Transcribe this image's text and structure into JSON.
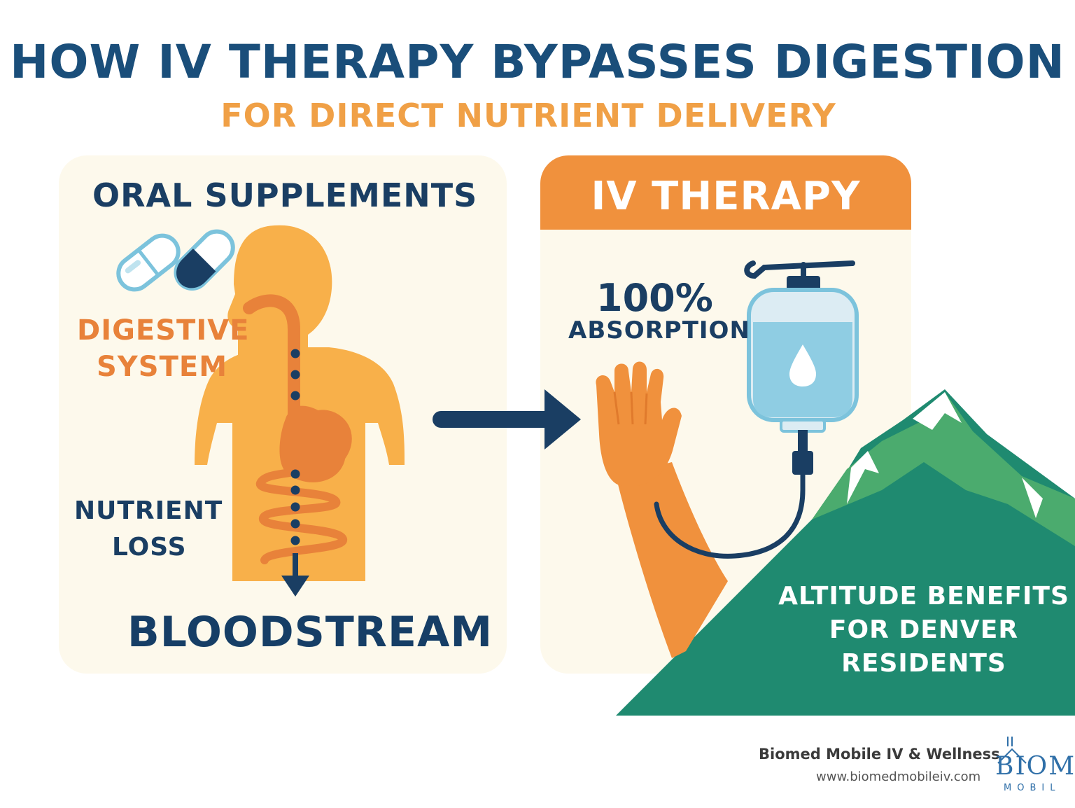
{
  "header": {
    "title": "HOW IV THERAPY BYPASSES DIGESTION",
    "subtitle": "FOR DIRECT NUTRIENT DELIVERY"
  },
  "left_panel": {
    "heading": "ORAL SUPPLEMENTS",
    "digestive_line1": "DIGESTIVE",
    "digestive_line2": "SYSTEM",
    "nutrient_line1": "NUTRIENT",
    "nutrient_line2": "LOSS",
    "bottom": "BLOODSTREAM"
  },
  "right_panel": {
    "heading": "IV THERAPY",
    "absorption_value": "100%",
    "absorption_label": "ABSORPTION"
  },
  "mountain": {
    "line1": "ALTITUDE BENEFITS",
    "line2": "FOR DENVER",
    "line3": "RESIDENTS"
  },
  "footer": {
    "brand": "Biomed Mobile IV & Wellness",
    "url": "www.biomedmobileiv.com",
    "logo_text": "BIOM",
    "logo_sub": "MOBIL"
  },
  "colors": {
    "navy": "#1a4e7a",
    "orange": "#f0913d",
    "body_orange": "#f8b04a",
    "green": "#1f8a70",
    "panel_bg": "#fdf9ec"
  }
}
